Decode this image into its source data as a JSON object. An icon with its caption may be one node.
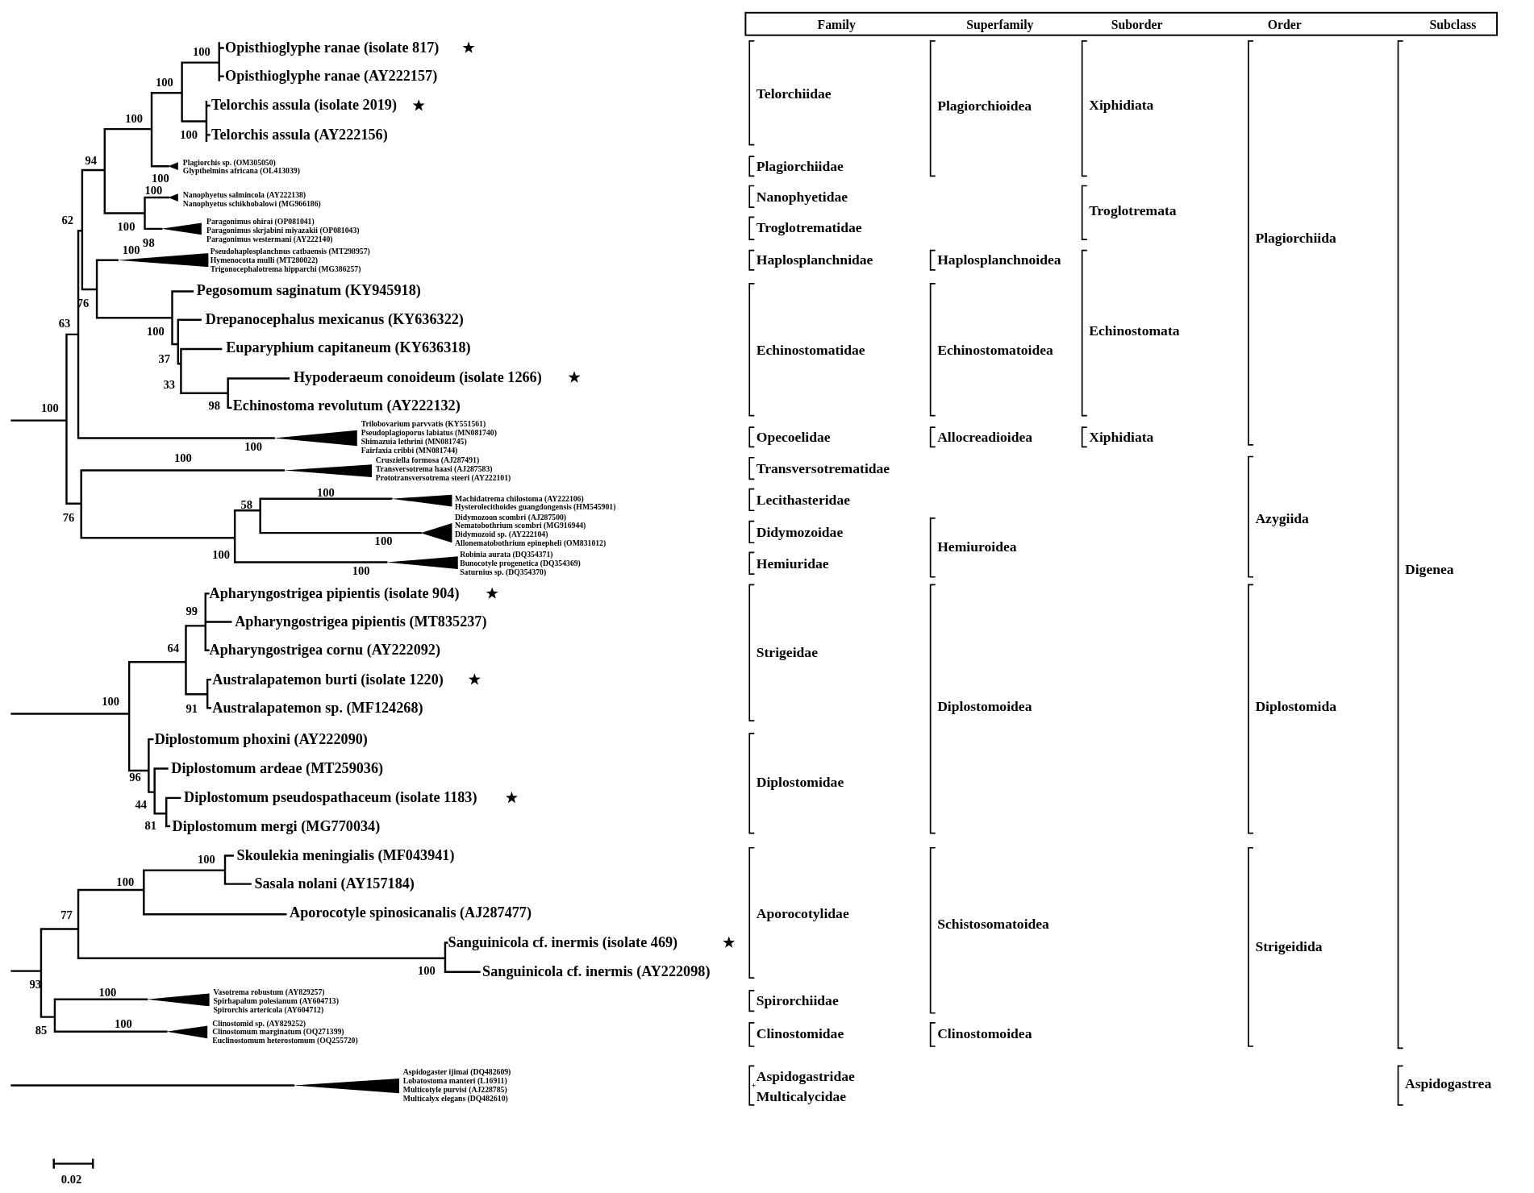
{
  "diagram": {
    "nodes": [
      {
        "text": [],
        "shape": "triangle"
      },
      {
        "text": [],
        "shape": "triangle"
      },
      {
        "text": [],
        "shape": "triangle"
      },
      {
        "text": [],
        "shape": "triangle"
      },
      {
        "text": [],
        "shape": "triangle"
      },
      {
        "text": [],
        "shape": "triangle"
      },
      {
        "text": [],
        "shape": "triangle"
      },
      {
        "text": [],
        "shape": "triangle"
      },
      {
        "text": [],
        "shape": "triangle"
      },
      {
        "text": [],
        "shape": "triangle"
      },
      {
        "text": [],
        "shape": "triangle"
      },
      {
        "text": [],
        "shape": "triangle"
      }
    ],
    "labels": [
      "Opisthioglyphe ranae (isolate 817)",
      "Opisthioglyphe ranae (AY222157)",
      "Telorchis assula (isolate 2019)",
      "Telorchis assula (AY222156)",
      "Plagiorchis sp. (OM305050)",
      "Glypthelmins africana (OL413039)",
      "Nanophyetus salmincola (AY222138)",
      "Nanophyetus schikhobalowi (MG966186)",
      "Paragonimus ohirai (OP081041)",
      "Paragonimus skrjabini miyazakii (OP081043)",
      "Paragonimus westermani (AY222140)",
      "Pseudohaplosplanchnus catbaensis (MT298957)",
      "Hymenocotta mulli (MT280022)",
      "Trigonocephalotrema hipparchi (MG386257)",
      "Pegosomum saginatum (KY945918)",
      "Drepanocephalus mexicanus (KY636322)",
      "Euparyphium capitaneum (KY636318)",
      "Hypoderaeum conoideum (isolate 1266)",
      "Echinostoma revolutum (AY222132)",
      "Trilobovarium parvvatis (KY551561)",
      "Pseudoplagioporus labiatus (MN081740)",
      "Shimazuia lethrini (MN081745)",
      "Fairfaxia cribbi (MN081744)",
      "Crusziella formosa (AJ287491)",
      "Transversotrema haasi (AJ287583)",
      "Prototransversotrema steeri (AY222101)",
      "Machidatrema chilostoma (AY222106)",
      "Hysterolecithoides guangdongensis (HM545901)",
      "Didymozoon scombri (AJ287500)",
      "Nematobothrium scombri (MG916944)",
      "Didymozoid sp. (AY222104)",
      "Allonematobothrium epinepheli (OM831012)",
      "Robinia aurata (DQ354371)",
      "Bunocotyle progenetica (DQ354369)",
      "Saturnius sp. (DQ354370)",
      "Apharyngostrigea pipientis (isolate 904)",
      "Apharyngostrigea pipientis (MT835237)",
      "Apharyngostrigea cornu (AY222092)",
      "Australapatemon burti (isolate 1220)",
      "Australapatemon sp. (MF124268)",
      "Diplostomum phoxini (AY222090)",
      "Diplostomum ardeae (MT259036)",
      "Diplostomum pseudospathaceum (isolate 1183)",
      "Diplostomum mergi (MG770034)",
      "Skoulekia meningialis (MF043941)",
      "Sasala nolani (AY157184)",
      "Aporocotyle spinosicanalis (AJ287477)",
      "Sanguinicola cf. inermis (isolate 469)",
      "Sanguinicola cf. inermis (AY222098)",
      "Vasotrema robustum (AY829257)",
      "Spirhapalum polesianum (AY604713)",
      "Spirorchis artericola (AY604712)",
      "Clinostomid sp. (AY829252)",
      "Clinostomum marginatum (OQ271399)",
      "Euclinostomum heterostomum (OQ255720)",
      "Aspidogaster ijimai (DQ482609)",
      "Lobatostoma manteri (L16911)",
      "Multicotyle purvisi (AJ228785)",
      "Multicalyx elegans (DQ482610)",
      "100",
      "100",
      "100",
      "100",
      "94",
      "100",
      "100",
      "62",
      "100",
      "98",
      "100",
      "76",
      "63",
      "100",
      "37",
      "33",
      "100",
      "98",
      "100",
      "100",
      "100",
      "58",
      "76",
      "100",
      "100",
      "100",
      "99",
      "64",
      "100",
      "91",
      "96",
      "44",
      "81",
      "100",
      "100",
      "77",
      "100",
      "93",
      "100",
      "100",
      "85",
      "0.02",
      "Family",
      "Superfamily",
      "Suborder",
      "Order",
      "Subclass",
      "Telorchiidae",
      "Plagiorchiidae",
      "Nanophyetidae",
      "Troglotrematidae",
      "Haplosplanchnidae",
      "Echinostomatidae",
      "Opecoelidae",
      "Transversotrematidae",
      "Lecithasteridae",
      "Didymozoidae",
      "Hemiuridae",
      "Strigeidae",
      "Diplostomidae",
      "Aporocotylidae",
      "Spirorchiidae",
      "Clinostomidae",
      "Aspidogastridae",
      "+",
      "Multicalycidae",
      "Plagiorchioidea",
      "Haplosplanchnoidea",
      "Echinostomatoidea",
      "Allocreadioidea",
      "Hemiuroidea",
      "Diplostomoidea",
      "Schistosomatoidea",
      "Clinostomoidea",
      "Xiphidiata",
      "Troglotremata",
      "Echinostomata",
      "Xiphidiata",
      "Plagiorchiida",
      "Azygiida",
      "Diplostomida",
      "Strigeidida",
      "Digenea",
      "Aspidogastrea"
    ]
  }
}
